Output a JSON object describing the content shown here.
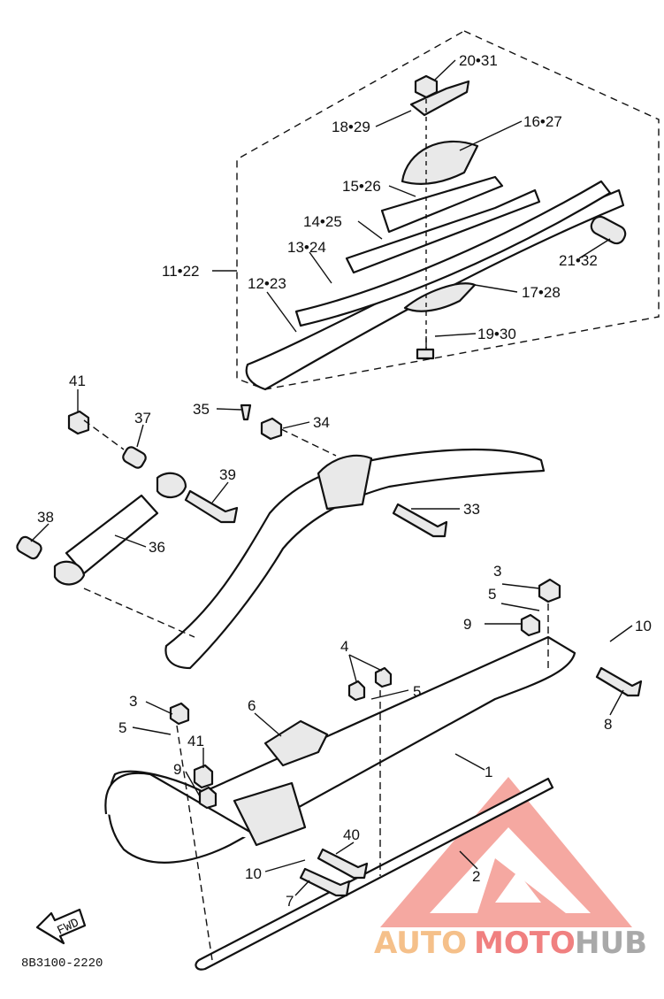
{
  "callouts": {
    "c20_31": "20•31",
    "c18_29": "18•29",
    "c16_27": "16•27",
    "c15_26": "15•26",
    "c14_25": "14•25",
    "c13_24": "13•24",
    "c11_22": "11•22",
    "c12_23": "12•23",
    "c17_28": "17•28",
    "c21_32": "21•32",
    "c19_30": "19•30",
    "c41a": "41",
    "c37": "37",
    "c35": "35",
    "c34": "34",
    "c39": "39",
    "c38": "38",
    "c36": "36",
    "c33": "33",
    "c3a": "3",
    "c5a": "5",
    "c9a": "9",
    "c10a": "10",
    "c8": "8",
    "c4": "4",
    "c5b": "5",
    "c3b": "3",
    "c6": "6",
    "c5c": "5",
    "c41b": "41",
    "c9b": "9",
    "c1": "1",
    "c40": "40",
    "c10b": "10",
    "c2": "2",
    "c7": "7"
  },
  "fwd_label": "FWD",
  "part_code": "8B3100-2220",
  "watermark": {
    "auto": "AUTO",
    "moto": "MOTO",
    "hub": "HUB",
    "color_auto": "#f5c08a",
    "color_moto": "#f08080",
    "color_hub": "#a9a9a9"
  }
}
